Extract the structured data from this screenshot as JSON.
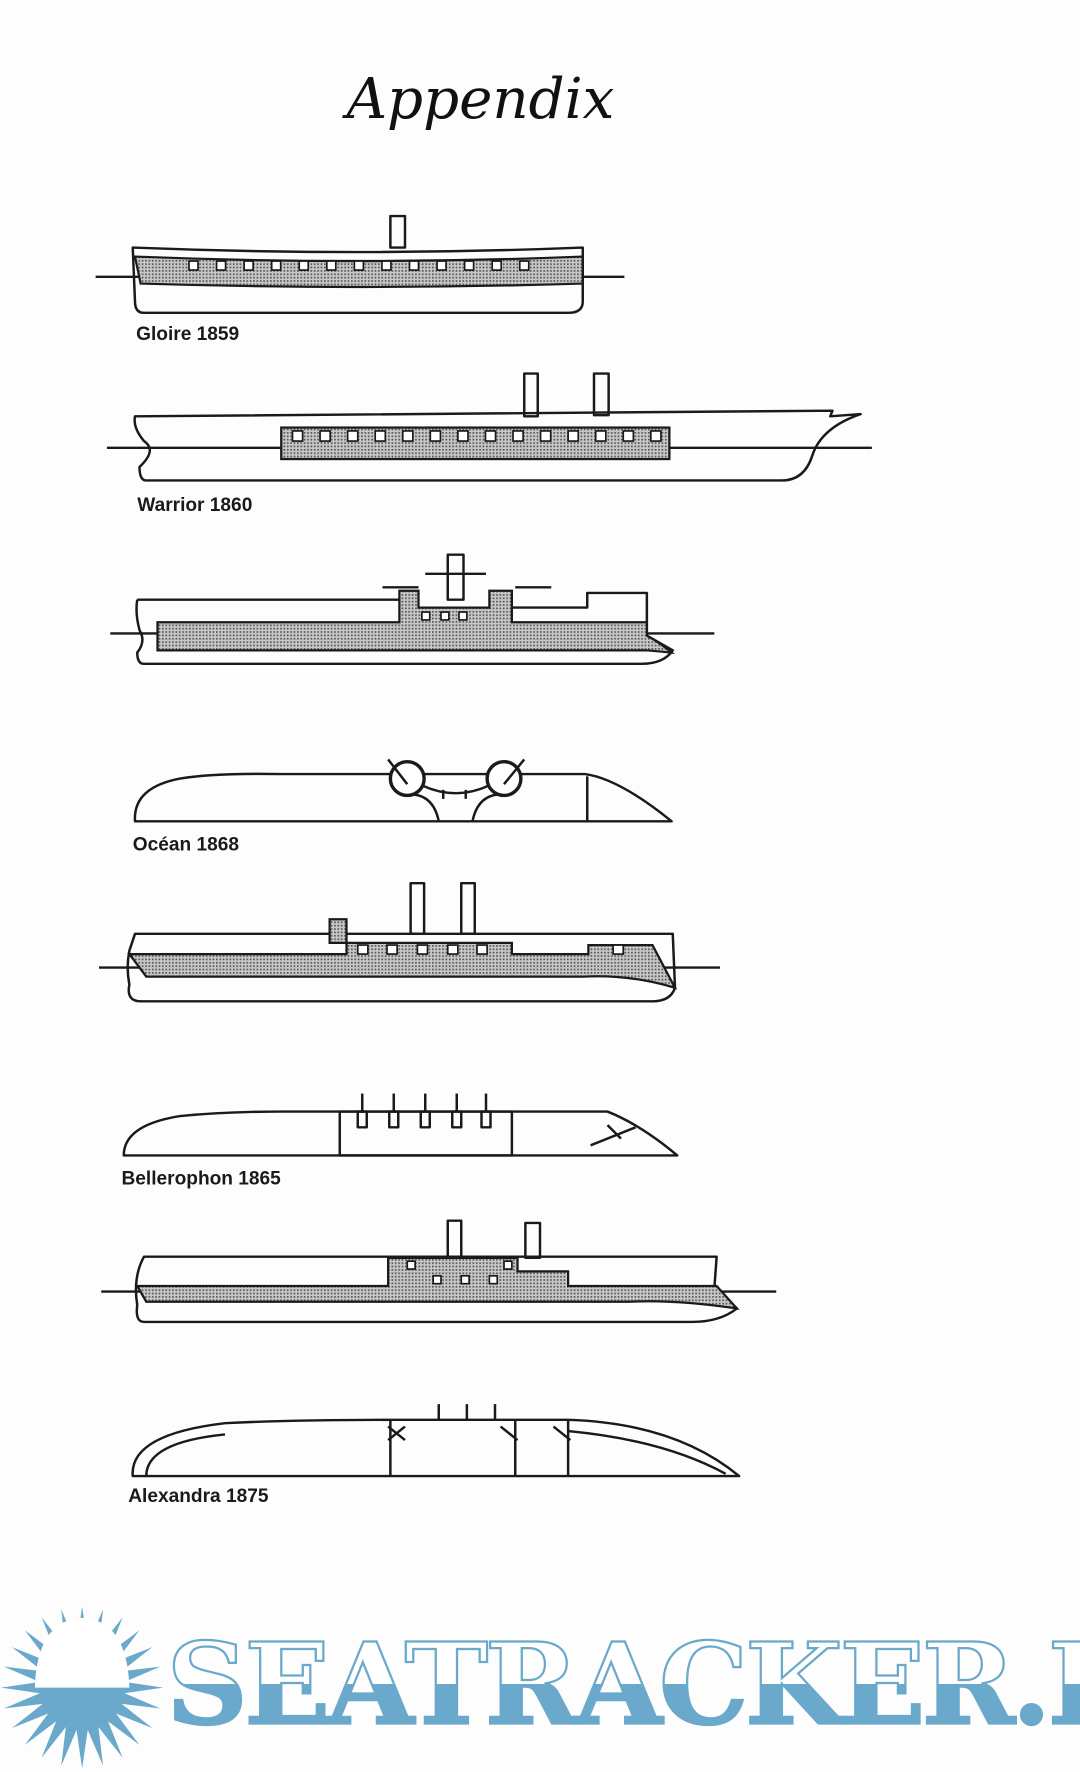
{
  "title": "Appendix",
  "ships": [
    {
      "label": "Gloire 1859"
    },
    {
      "label": "Warrior 1860"
    },
    {
      "label": "Océan 1868"
    },
    {
      "label": "Bellerophon 1865"
    },
    {
      "label": "Alexandra 1875"
    }
  ],
  "watermark": {
    "text": "SEATRACKER.RU",
    "color": "#6aa9cb",
    "icon": "sun-icon"
  }
}
